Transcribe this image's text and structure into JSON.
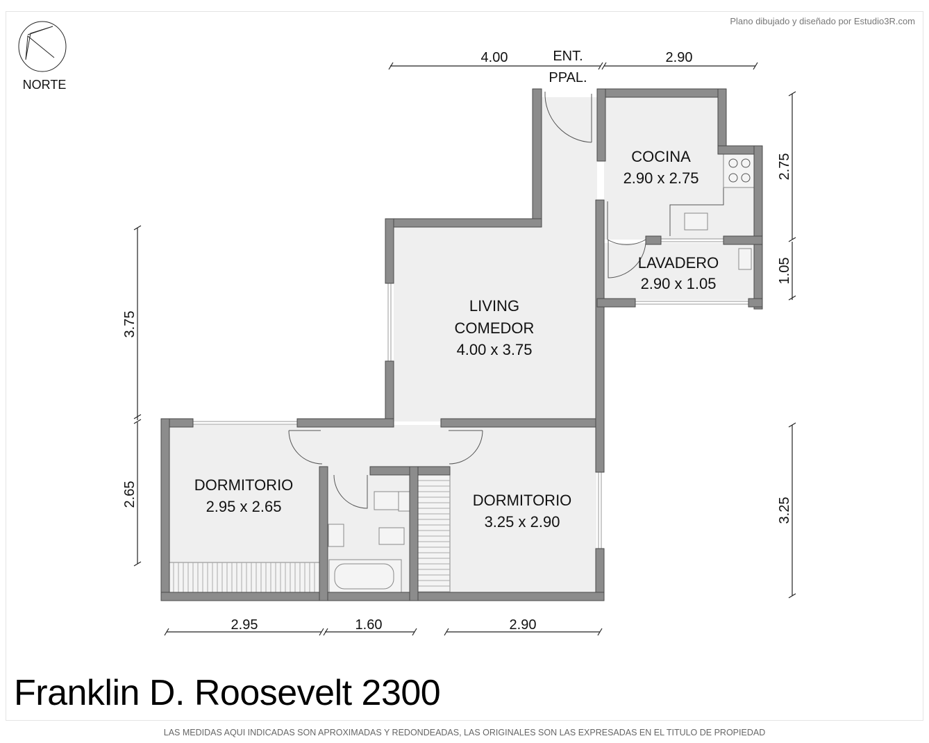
{
  "credit": "Plano dibujado y diseñado por Estudio3R.com",
  "north_label": "NORTE",
  "entrance": {
    "line1": "ENT.",
    "line2": "PPAL."
  },
  "rooms": {
    "cocina": {
      "name": "COCINA",
      "size": "2.90 x 2.75"
    },
    "lavadero": {
      "name": "LAVADERO",
      "size": "2.90 x 1.05"
    },
    "living": {
      "name1": "LIVING",
      "name2": "COMEDOR",
      "size": "4.00 x 3.75"
    },
    "dorm1": {
      "name": "DORMITORIO",
      "size": "2.95 x 2.65"
    },
    "dorm2": {
      "name": "DORMITORIO",
      "size": "3.25 x 2.90"
    }
  },
  "dimensions": {
    "top_left": "4.00",
    "top_right": "2.90",
    "right_top": "2.75",
    "right_mid": "1.05",
    "right_bottom": "3.25",
    "left_top": "3.75",
    "left_bottom": "2.65",
    "bottom_left": "2.95",
    "bottom_mid": "1.60",
    "bottom_right": "2.90"
  },
  "address": "Franklin D. Roosevelt 2300",
  "disclaimer": "LAS MEDIDAS AQUI INDICADAS SON APROXIMADAS Y REDONDEADAS, LAS ORIGINALES SON LAS EXPRESADAS EN EL TITULO DE PROPIEDAD"
}
